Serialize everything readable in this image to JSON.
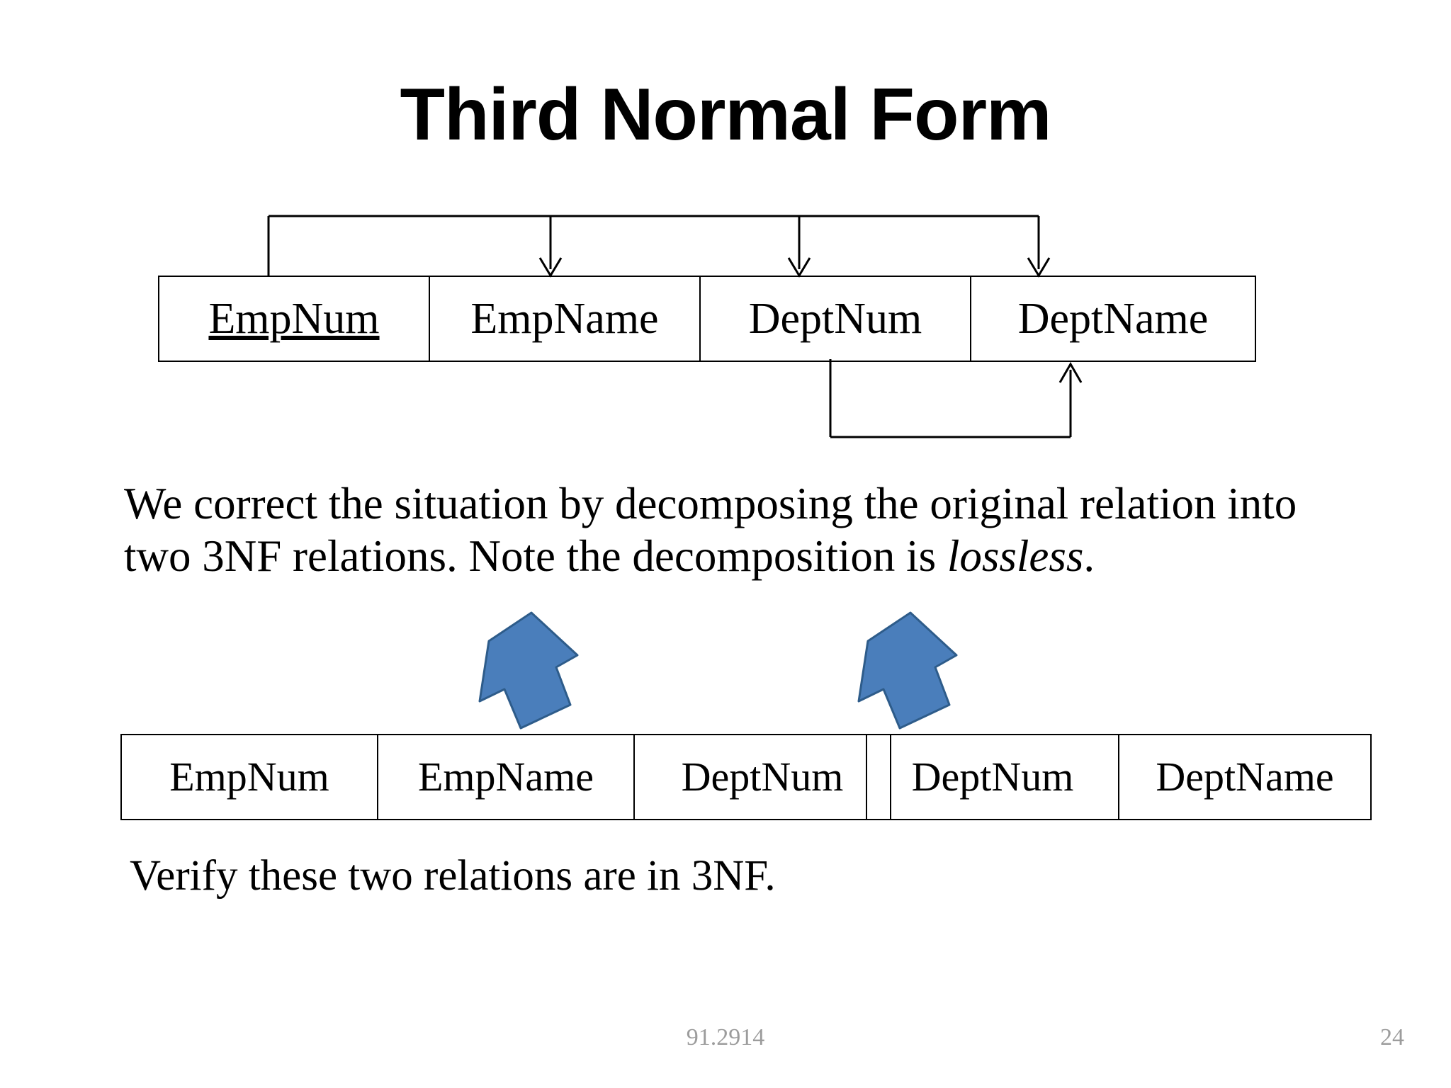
{
  "slide": {
    "title": "Third Normal Form",
    "body_paragraph": {
      "part1": "We correct the situation by decomposing the original relation into two 3NF relations. Note the decomposition is ",
      "emphasis": "lossless",
      "part2": "."
    },
    "verify_text": "Verify these two relations are in 3NF."
  },
  "original_relation": {
    "name": "original-relation",
    "columns": [
      {
        "label": "EmpNum",
        "primary_key": true
      },
      {
        "label": "EmpName",
        "primary_key": false
      },
      {
        "label": "DeptNum",
        "primary_key": false
      },
      {
        "label": "DeptName",
        "primary_key": false
      }
    ]
  },
  "functional_dependencies": [
    {
      "determinant": "EmpNum",
      "dependents": [
        "EmpName",
        "DeptNum",
        "DeptName"
      ],
      "position": "above"
    },
    {
      "determinant": "DeptNum",
      "dependents": [
        "DeptName"
      ],
      "position": "below"
    }
  ],
  "decomposed_relations": [
    {
      "name": "employee-relation",
      "columns": [
        {
          "label": "EmpNum"
        },
        {
          "label": "EmpName"
        },
        {
          "label": "DeptNum"
        }
      ]
    },
    {
      "name": "department-relation",
      "columns": [
        {
          "label": "DeptNum"
        },
        {
          "label": "DeptName"
        }
      ]
    }
  ],
  "decomposition_arrows": [
    {
      "name": "left-decomposition-arrow",
      "direction": "down-right"
    },
    {
      "name": "right-decomposition-arrow",
      "direction": "down-right"
    }
  ],
  "footer": {
    "course_code": "91.2914",
    "page_number": "24"
  },
  "colors": {
    "arrow_fill": "#4a7ebb",
    "arrow_stroke": "#2e5c8a",
    "line": "#000000",
    "footer_text": "#9c9c9c",
    "background": "#ffffff"
  }
}
